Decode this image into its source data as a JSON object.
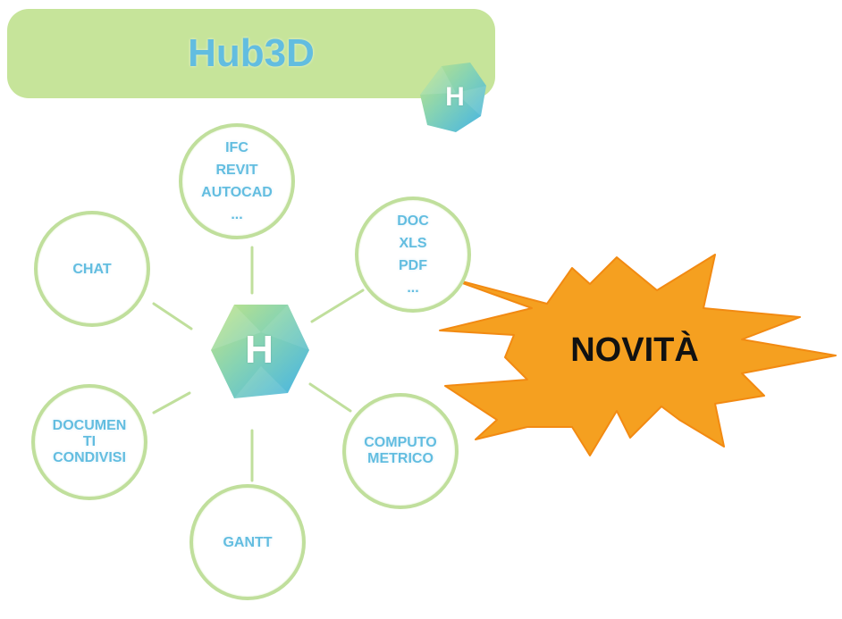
{
  "title": "Hub3D",
  "logo_letter": "H",
  "hub_letter": "H",
  "nodes": {
    "formats_3d": {
      "items": [
        "IFC",
        "REVIT",
        "AUTOCAD",
        "..."
      ]
    },
    "formats_doc": {
      "items": [
        "DOC",
        "XLS",
        "PDF",
        "..."
      ]
    },
    "chat": {
      "label": "CHAT"
    },
    "documents": {
      "lines": [
        "DOCUMEN",
        "TI",
        "CONDIVISI"
      ]
    },
    "gantt": {
      "label": "GANTT"
    },
    "computo": {
      "lines": [
        "COMPUTO",
        "METRICO"
      ]
    }
  },
  "badge": {
    "label": "NOVITÀ"
  },
  "colors": {
    "title_bar": "#c6e49a",
    "accent_text": "#62bde0",
    "circle_border": "#c0df9c",
    "burst_fill": "#f5a020",
    "hex_gradient_start": "#b9e08a",
    "hex_gradient_end": "#4fb9e3"
  },
  "icons": [
    "hub3d-logo-icon",
    "hub-center-icon",
    "starburst-icon"
  ]
}
